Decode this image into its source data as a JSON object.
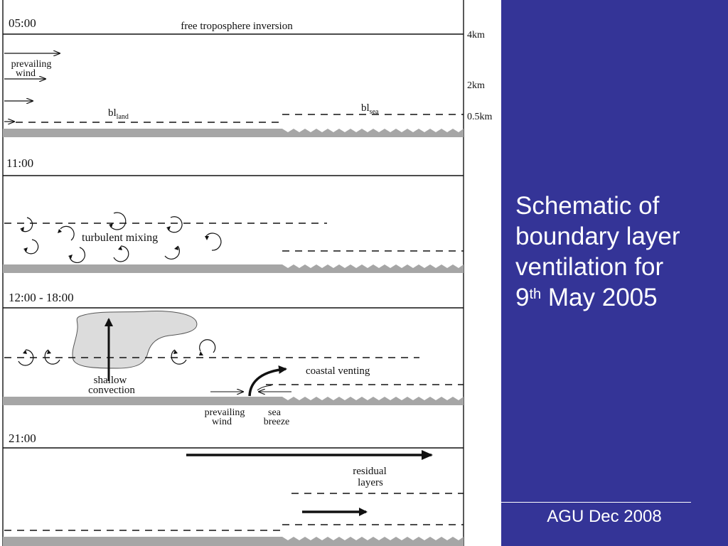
{
  "panels": [
    {
      "time": "05:00",
      "labels": {
        "inversion": "free troposphere inversion",
        "prevailing_wind_line1": "prevailing",
        "prevailing_wind_line2": "wind",
        "bl_land": "bl",
        "bl_land_sub": "land",
        "bl_sea": "bl",
        "bl_sea_sub": "sea"
      },
      "heights": [
        "4km",
        "2km",
        "0.5km"
      ]
    },
    {
      "time": "11:00",
      "labels": {
        "turbulent_mixing": "turbulent mixing"
      }
    },
    {
      "time": "12:00 - 18:00",
      "labels": {
        "shallow_convection_line1": "shallow",
        "shallow_convection_line2": "convection",
        "coastal_venting": "coastal venting",
        "prevailing_wind_line1": "prevailing",
        "prevailing_wind_line2": "wind",
        "sea_breeze_line1": "sea",
        "sea_breeze_line2": "breeze"
      }
    },
    {
      "time": "21:00",
      "labels": {
        "residual_layers_line1": "residual",
        "residual_layers_line2": "layers"
      }
    }
  ],
  "sidebar": {
    "title_line1": "Schematic of",
    "title_line2": "boundary layer",
    "title_line3": "ventilation for",
    "title_day": "9",
    "title_day_suffix": "th",
    "title_rest": " May 2005",
    "footer": "AGU Dec 2008",
    "background_color": "#343497",
    "text_color": "#ffffff"
  },
  "colors": {
    "ground": "#a6a6a6",
    "cloud": "#dcdcdc",
    "line": "#111111"
  }
}
